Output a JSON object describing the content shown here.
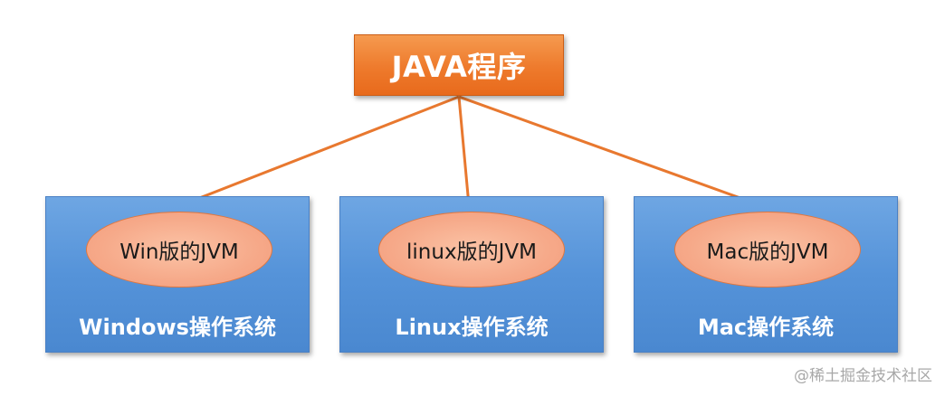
{
  "diagram": {
    "root": {
      "label": "JAVA程序",
      "color": "#ee7a2c"
    },
    "platforms": [
      {
        "jvm_label": "Win版的JVM",
        "os_label": "Windows操作系统"
      },
      {
        "jvm_label": "linux版的JVM",
        "os_label": "Linux操作系统"
      },
      {
        "jvm_label": "Mac版的JVM",
        "os_label": "Mac操作系统"
      }
    ],
    "colors": {
      "os_box": "#5593d9",
      "jvm_oval": "#f6a989",
      "arrow": "#e8782f"
    }
  },
  "watermark": "@稀土掘金技术社区"
}
